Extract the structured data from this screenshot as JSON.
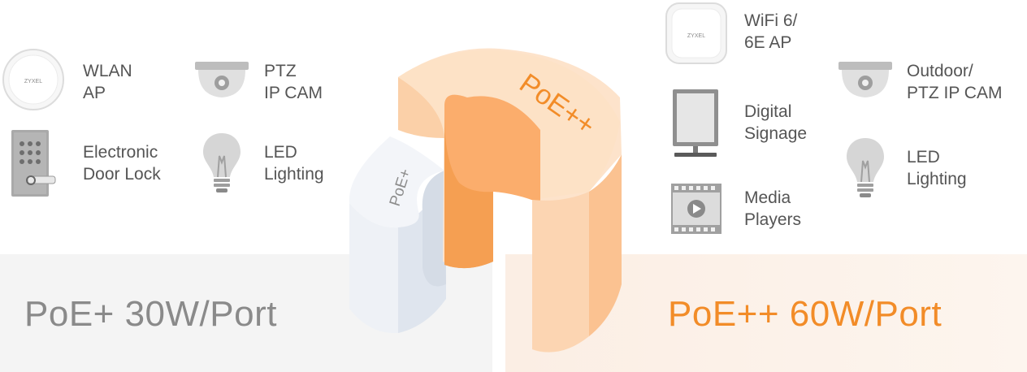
{
  "left": {
    "title": "PoE+ 30W/Port",
    "devices": [
      {
        "icon": "wlan-ap-icon",
        "label": "WLAN\nAP"
      },
      {
        "icon": "ptz-camera-icon",
        "label": "PTZ\nIP CAM"
      },
      {
        "icon": "door-lock-icon",
        "label": "Electronic\nDoor Lock"
      },
      {
        "icon": "light-bulb-icon",
        "label": "LED\nLighting"
      }
    ]
  },
  "right": {
    "title": "PoE++ 60W/Port",
    "devices": [
      {
        "icon": "wifi6-ap-icon",
        "label": "WiFi 6/\n6E AP"
      },
      {
        "icon": "outdoor-camera-icon",
        "label": "Outdoor/\nPTZ IP CAM"
      },
      {
        "icon": "digital-signage-icon",
        "label": "Digital\nSignage"
      },
      {
        "icon": "light-bulb-icon",
        "label": "LED\nLighting"
      },
      {
        "icon": "media-player-icon",
        "label": "Media\nPlayers"
      }
    ]
  },
  "center": {
    "small_cylinder_label": "PoE+",
    "big_cylinder_label": "PoE++"
  },
  "ap_logo_text": "ZYXEL",
  "colors": {
    "orange": "#f28c28",
    "orange_light": "#fcd9b8",
    "orange_mid": "#fbb77e",
    "grey_text": "#8a8a8a",
    "blue_grey": "#e6ebf2"
  }
}
